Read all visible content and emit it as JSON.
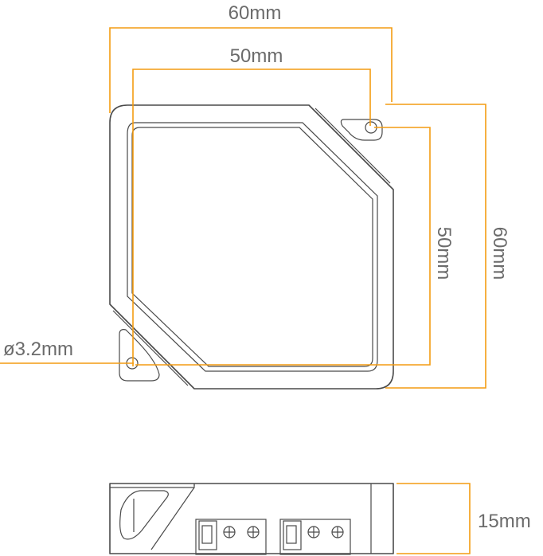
{
  "colors": {
    "dimension_line": "#f39c12",
    "outline": "#4a4a4a",
    "text": "#6b6b6b"
  },
  "labels": {
    "outer_width": "60mm",
    "hole_spacing_width": "50mm",
    "hole_spacing_height": "50mm",
    "outer_height": "60mm",
    "hole_diameter": "ø3.2mm",
    "thickness": "15mm"
  }
}
